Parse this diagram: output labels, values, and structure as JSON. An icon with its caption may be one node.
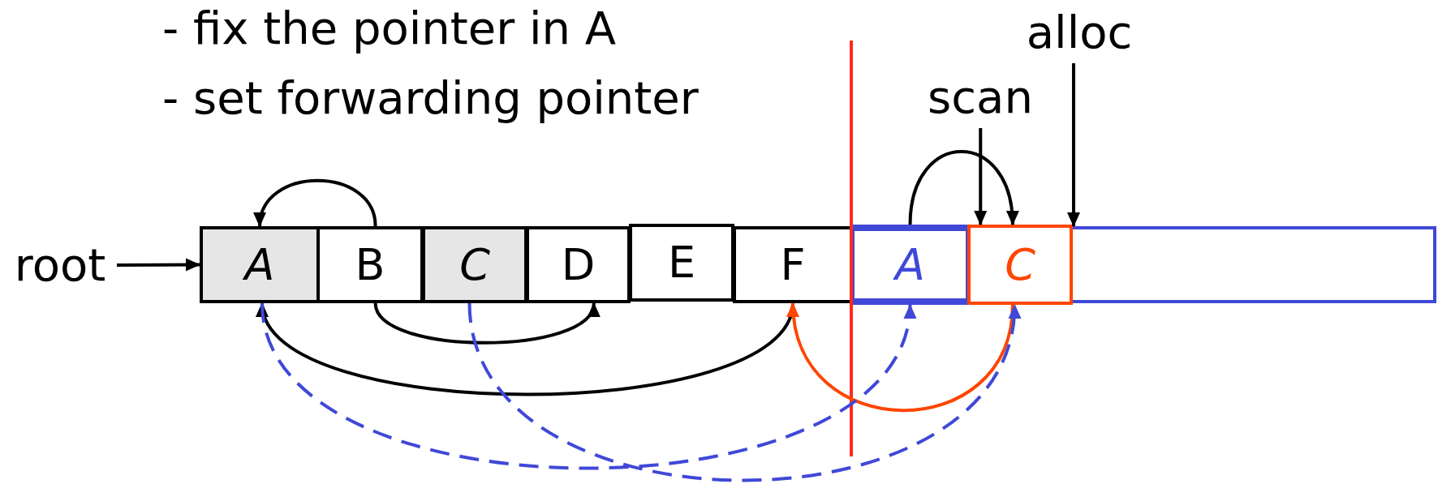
{
  "diagram": {
    "nodes": [
      {
        "text": [
          "root"
        ]
      },
      {
        "text": [
          "A"
        ]
      },
      {
        "text": [
          "B"
        ]
      },
      {
        "text": [
          "C"
        ]
      },
      {
        "text": [
          "D"
        ]
      },
      {
        "text": [
          "E"
        ]
      },
      {
        "text": [
          "F"
        ]
      },
      {
        "text": [],
        "shape": "box"
      },
      {
        "text": [
          "A"
        ],
        "in": 7
      },
      {
        "text": [
          "C"
        ],
        "in": 7
      },
      {
        "text": [
          "scan"
        ]
      },
      {
        "text": [
          "alloc"
        ]
      }
    ],
    "edges": [
      {
        "from": 0,
        "to": 1,
        "arrow": "to"
      },
      {
        "from": 2,
        "to": 1,
        "arrow": "to"
      },
      {
        "from": 2,
        "to": 4,
        "arrow": "to"
      },
      {
        "from": 6,
        "to": 1,
        "arrow": "to"
      },
      {
        "from": 8,
        "to": 9,
        "arrow": "to"
      },
      {
        "from": 10,
        "to": 9,
        "arrow": "to"
      },
      {
        "from": 11,
        "to": 7,
        "arrow": "to"
      },
      {
        "from": 9,
        "to": 6,
        "arrow": "to",
        "color": "#ff4500"
      },
      {
        "from": 1,
        "to": 8,
        "arrow": "to",
        "style": "dashed",
        "color": "#4048d8"
      },
      {
        "from": 3,
        "to": 9,
        "arrow": "to",
        "style": "dashed",
        "color": "#4048d8"
      }
    ],
    "labels": [
      "- fix the pointer in A",
      "- set forwarding pointer"
    ]
  }
}
